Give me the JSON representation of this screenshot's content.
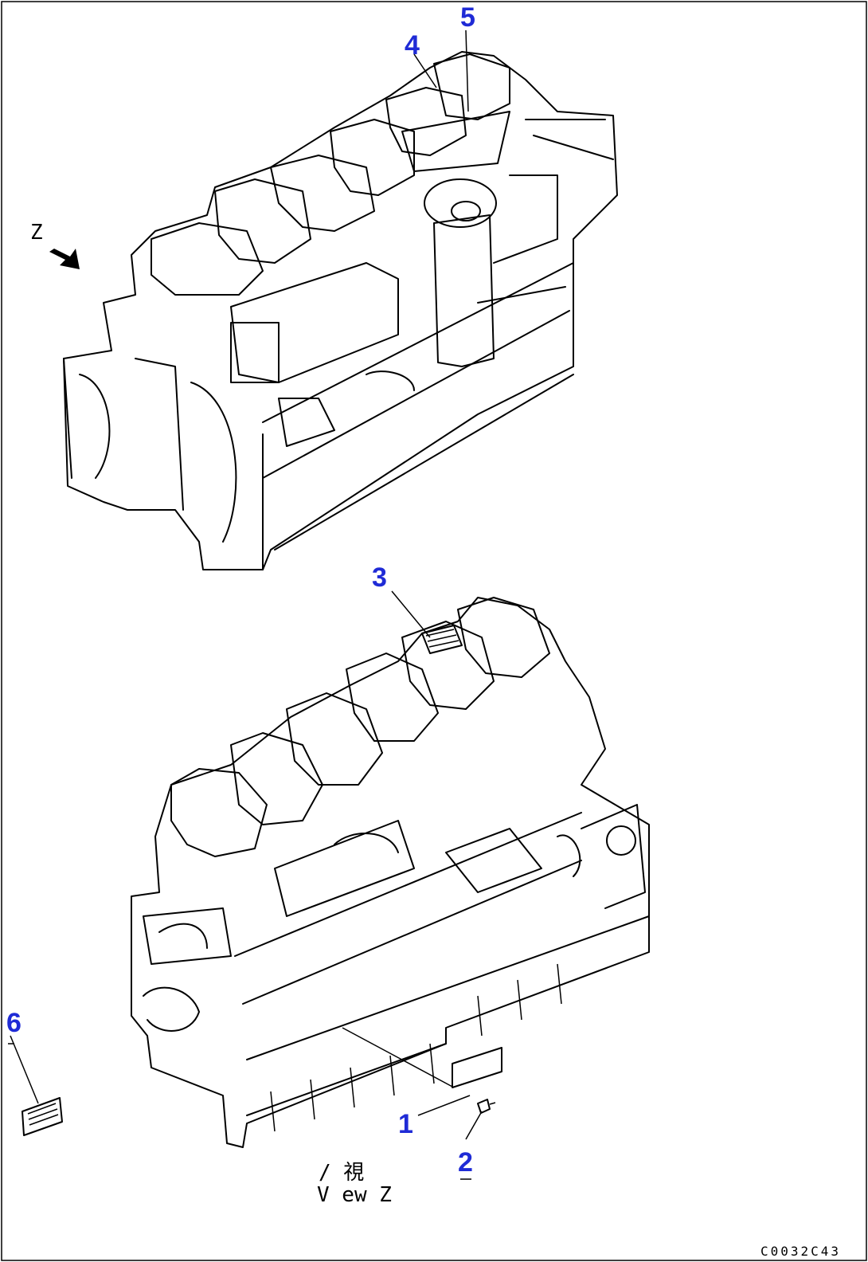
{
  "view_marker": "Z",
  "callouts": [
    "1",
    "2",
    "3",
    "4",
    "5",
    "6"
  ],
  "view_caption_line1": "/ 視",
  "view_caption_line2": "V ew Z",
  "drawing_code": "C0032C43",
  "colors": {
    "callout": "#1f2bd6",
    "line": "#000000",
    "background": "#ffffff"
  }
}
